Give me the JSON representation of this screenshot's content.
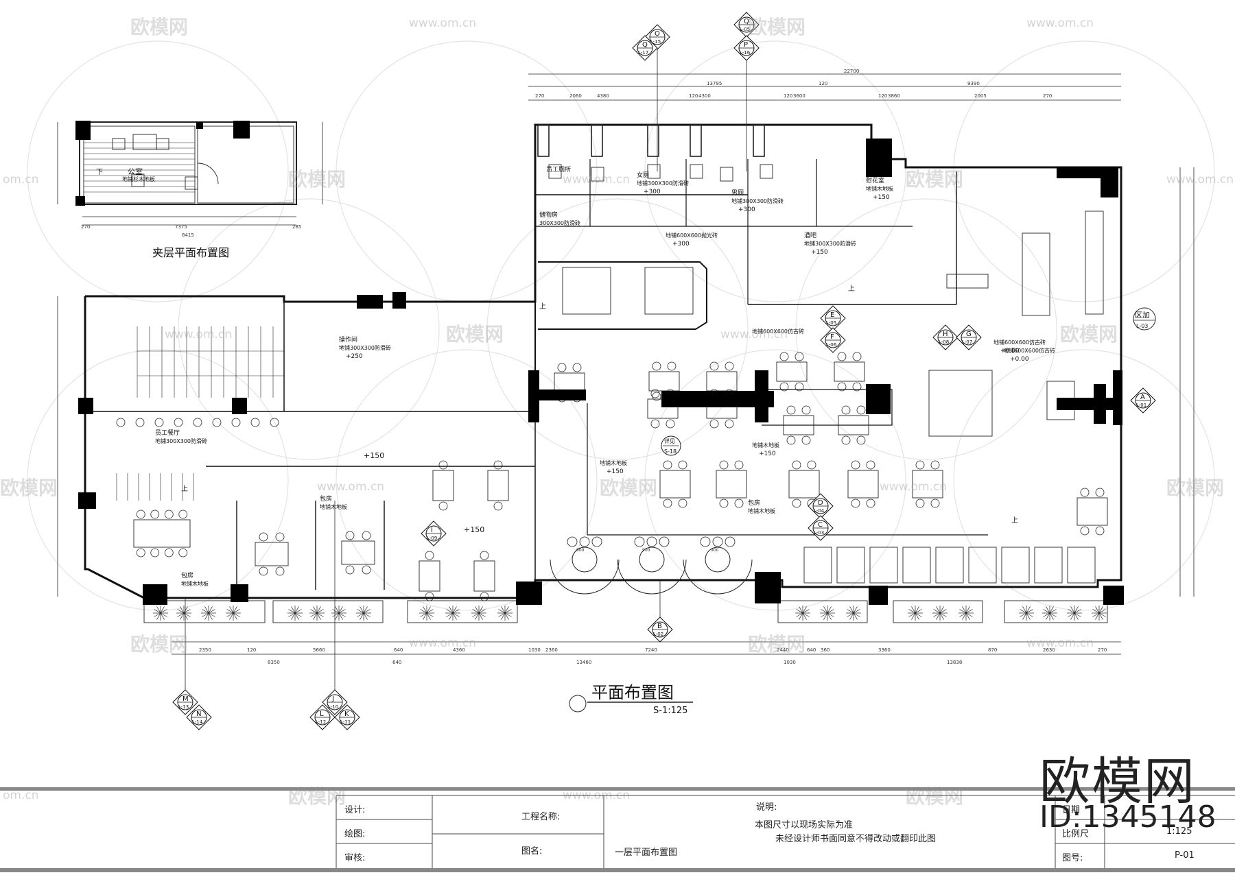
{
  "watermark": {
    "brand": "欧模网",
    "url": "www.om.cn",
    "url_partial": "om.cn"
  },
  "mezzanine": {
    "title": "夹层平面布置图",
    "room": "公室",
    "floor": "地铺杉木地板",
    "stair_label": "下",
    "dims_bottom": [
      "270",
      "7375",
      "285"
    ],
    "dims_total": "8415"
  },
  "plan": {
    "title": "平面布置图",
    "scale": "S-1:125",
    "top_total": "22700",
    "top_dims_row2": [
      "13795",
      "120",
      "9390"
    ],
    "top_dims_row3": [
      "270",
      "2060",
      "4380",
      "120",
      "4300",
      "120",
      "3600",
      "120",
      "3860",
      "2005",
      "270"
    ],
    "bottom_dims_row1": [
      "2350",
      "120",
      "5660",
      "640",
      "4360",
      "1030",
      "2360",
      "7240",
      "2440",
      "640",
      "360",
      "3360",
      "870",
      "2630",
      "270"
    ],
    "bottom_dims_row2": [
      "8350",
      "640",
      "13460",
      "1030",
      "13838"
    ],
    "rooms": [
      {
        "name": "员工厕所",
        "floor": "",
        "level": ""
      },
      {
        "name": "女厕",
        "floor": "地铺300X300防滑砖",
        "level": "+300"
      },
      {
        "name": "男厕",
        "floor": "地铺300X300防滑砖",
        "level": "+300"
      },
      {
        "name": "慰花室",
        "floor": "地铺木地板",
        "level": "+150"
      },
      {
        "name": "储物房",
        "floor": "300X300防滑砖",
        "level": ""
      },
      {
        "name": "",
        "floor": "地铺600X600抛光砖",
        "level": "+300"
      },
      {
        "name": "酒吧",
        "floor": "地铺300X300防滑砖",
        "level": "+150"
      },
      {
        "name": "操作间",
        "floor": "地铺300X300防滑砖",
        "level": "+250"
      },
      {
        "name": "员工餐厅",
        "floor": "地铺300X300防滑砖",
        "level": ""
      },
      {
        "name": "",
        "floor": "地铺600X600仿古砖",
        "level": ""
      },
      {
        "name": "",
        "floor": "地铺600X600仿古砖",
        "level": "+0.00"
      },
      {
        "name": "",
        "floor": "地铺600X600仿古砖",
        "level": "+0.00"
      },
      {
        "name": "",
        "floor": "地铺木地板",
        "level": "+150"
      },
      {
        "name": "",
        "floor": "地铺木地板",
        "level": "+150"
      },
      {
        "name": "包房",
        "floor": "地铺木地板",
        "level": ""
      },
      {
        "name": "包房",
        "floor": "地铺木地板",
        "level": ""
      },
      {
        "name": "包房",
        "floor": "地铺木地板",
        "level": ""
      }
    ],
    "levels": [
      "+150",
      "+150"
    ],
    "detail": {
      "label": "详见",
      "ref": "S-18"
    },
    "zone": {
      "label": "区加",
      "ref": "L-03"
    },
    "up_label": "上",
    "markers": [
      {
        "letter": "O",
        "ref": "L-15"
      },
      {
        "letter": "Q",
        "ref": "L-17"
      },
      {
        "letter": "Q",
        "ref": "L-05"
      },
      {
        "letter": "P",
        "ref": "L-16"
      },
      {
        "letter": "E",
        "ref": "L-05"
      },
      {
        "letter": "F",
        "ref": "L-06"
      },
      {
        "letter": "H",
        "ref": "L-08"
      },
      {
        "letter": "G",
        "ref": "L-07"
      },
      {
        "letter": "A",
        "ref": "L-01"
      },
      {
        "letter": "D",
        "ref": "L-04"
      },
      {
        "letter": "C",
        "ref": "L-03"
      },
      {
        "letter": "I",
        "ref": "L-09"
      },
      {
        "letter": "B",
        "ref": "L-02"
      },
      {
        "letter": "M",
        "ref": "L-13"
      },
      {
        "letter": "N",
        "ref": "L-14"
      },
      {
        "letter": "J",
        "ref": "L-10"
      },
      {
        "letter": "L",
        "ref": "L-12"
      },
      {
        "letter": "K",
        "ref": "L-11"
      }
    ],
    "table_labels": [
      "900",
      "900",
      "900"
    ]
  },
  "titleblock": {
    "design_label": "设计:",
    "draw_label": "绘图:",
    "review_label": "审核:",
    "project_label": "工程名称:",
    "drawing_name_label": "图名:",
    "drawing_name": "一层平面布置图",
    "notes_label": "说明:",
    "note1": "本图尺寸以现场实际为准",
    "note2": "未经设计师书面同意不得改动或翻印此图",
    "date_label": "日期",
    "scale_label": "比例尺",
    "scale_value": "1:125",
    "sheet_label": "图号:",
    "sheet_value": "P-01"
  },
  "logo": {
    "brand": "欧模网",
    "id": "ID:1345148"
  }
}
